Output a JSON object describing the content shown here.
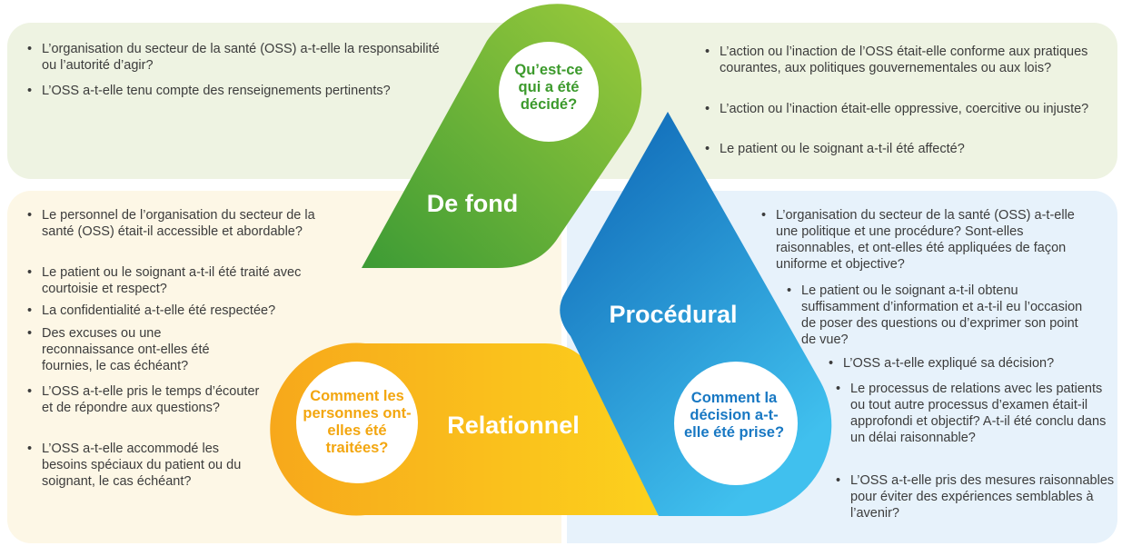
{
  "colors": {
    "green": "#5aad2f",
    "green_light": "#8cc63f",
    "yellow": "#fbb314",
    "blue": "#1a8ed1",
    "blue_light": "#46b8ea"
  },
  "fond": {
    "title": "De fond",
    "question": "Qu’est-ce qui a été décidé?",
    "bullets_left": [
      "L’organisation du secteur de la santé (OSS) a-t-elle la responsabilité ou l’autorité d’agir?",
      "L’OSS a-t-elle tenu compte des renseignements pertinents?"
    ],
    "bullets_right": [
      "L’action ou l’inaction de l’OSS était-elle conforme aux pratiques courantes, aux politiques gouvernementales ou aux lois?",
      "L’action ou l’inaction était-elle oppressive, coercitive ou injuste?",
      "Le patient ou le soignant a-t-il été affecté?"
    ]
  },
  "relationnel": {
    "title": "Relationnel",
    "question": "Comment les personnes ont-elles été traitées?",
    "bullets": [
      "Le personnel de l’organisation du secteur de la santé (OSS) était-il accessible et abordable?",
      "Le patient ou le soignant a-t-il été traité avec courtoisie et respect?",
      "La confidentialité a-t-elle été respectée?",
      "Des excuses ou une reconnaissance ont-elles été fournies, le cas échéant?",
      "L’OSS a-t-elle pris le temps d’écouter et de répondre aux questions?",
      "L’OSS a-t-elle accommodé les besoins spéciaux du patient ou du soignant, le cas échéant?"
    ]
  },
  "procedural": {
    "title": "Procédural",
    "question": "Comment la décision a-t-elle été prise?",
    "bullets": [
      "L’organisation du secteur de la santé (OSS) a-t-elle une politique et une procédure? Sont-elles raisonnables, et ont-elles été appliquées de façon uniforme et objective?",
      "Le patient ou le soignant a-t-il obtenu suffisamment d’information et a-t-il eu l’occasion de poser des questions ou d’exprimer son point de vue?",
      "L’OSS a-t-elle expliqué sa décision?",
      "Le processus de relations avec les patients ou tout autre processus d’examen était-il approfondi et objectif? A-t-il été conclu dans un délai raisonnable?",
      "L’OSS a-t-elle pris des mesures raisonnables pour éviter des expériences semblables à l’avenir?"
    ]
  }
}
